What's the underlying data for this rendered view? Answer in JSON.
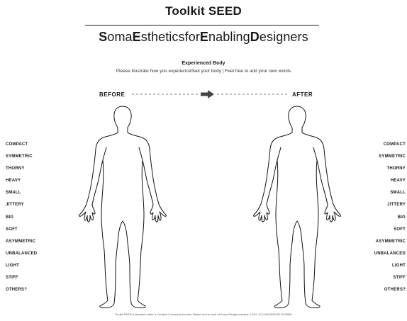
{
  "header": {
    "title": "Toolkit SEED",
    "subtitle_parts": [
      {
        "text": "S",
        "bold": true
      },
      {
        "text": "oma",
        "bold": false
      },
      {
        "text": "E",
        "bold": true
      },
      {
        "text": "sthetics",
        "bold": false
      },
      {
        "text": "for",
        "bold": false
      },
      {
        "text": "E",
        "bold": true
      },
      {
        "text": "nabling",
        "bold": false
      },
      {
        "text": "D",
        "bold": true
      },
      {
        "text": "esigners",
        "bold": false
      }
    ]
  },
  "section": {
    "heading": "Experienced Body",
    "instructions": "Please illustrate how you experience/feel your body | Feel free to add your own words"
  },
  "comparison": {
    "before_label": "BEFORE",
    "after_label": "AFTER"
  },
  "adjectives": [
    "COMPACT",
    "SYMMETRIC",
    "THORNY",
    "HEAVY",
    "SMALL",
    "JITTERY",
    "BIG",
    "SOFT",
    "ASYMMETRIC",
    "UNBALANCED",
    "LIGHT",
    "STIFF",
    "OTHERS?"
  ],
  "footer": {
    "text": "Toolkit SEED is licensed under a Creative Commons license | Based on the work of Soma Design research | DOI: 10.1145/3025453.3025960"
  },
  "colors": {
    "text": "#1a1a1a",
    "arrow": "#444444",
    "outline": "#111111"
  },
  "icons": {
    "arrow": "arrow-right-icon",
    "body": "human-body-outline-icon"
  }
}
